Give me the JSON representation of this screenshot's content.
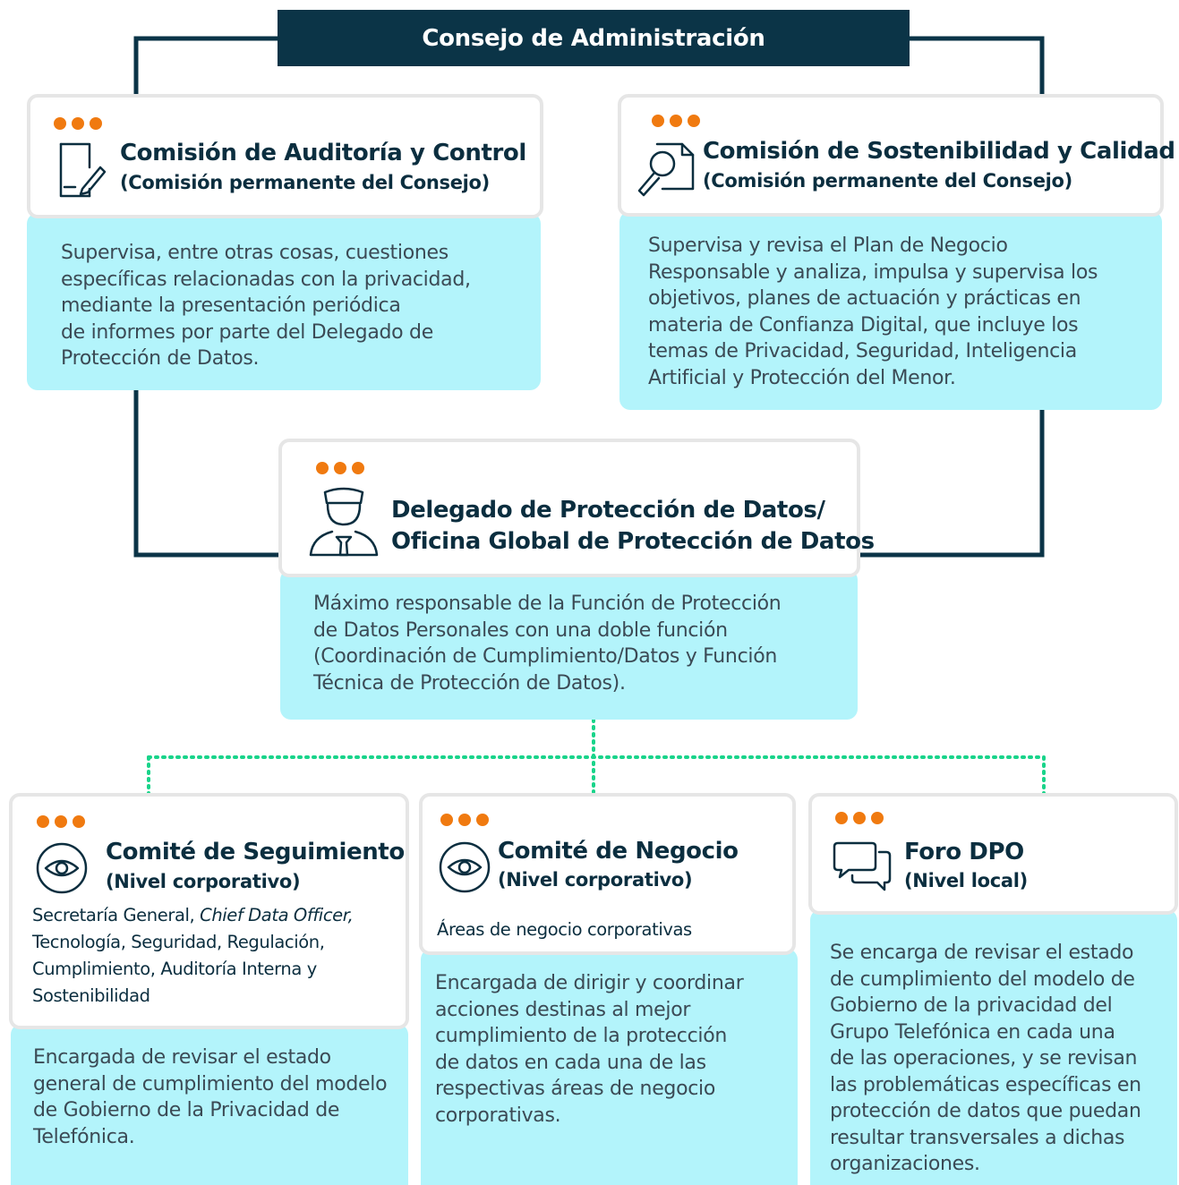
{
  "board": {
    "title": "Consejo de Administración"
  },
  "audit": {
    "title": "Comisión de Auditoría y Control",
    "subtitle": "(Comisión permanente del Consejo)",
    "description": "Supervisa, entre otras cosas, cuestiones\nespecíficas relacionadas con la privacidad,\nmediante la presentación periódica\nde informes por parte del Delegado de\nProtección de Datos.",
    "icon": "document-pen-icon"
  },
  "sustainability": {
    "title": "Comisión de Sostenibilidad y Calidad",
    "subtitle": "(Comisión permanente del Consejo)",
    "description": "Supervisa y revisa el Plan de Negocio\nResponsable y analiza, impulsa y supervisa los\nobjetivos, planes de actuación y prácticas en\nmateria de Confianza Digital, que incluye los\ntemas de Privacidad, Seguridad, Inteligencia\nArtificial y Protección del Menor.",
    "icon": "document-magnifier-icon"
  },
  "dpo": {
    "title_line1": "Delegado de Protección de Datos/",
    "title_line2": "Oficina Global de Protección de Datos",
    "description": "Máximo responsable de la Función de Protección\nde Datos Personales con una doble función\n(Coordinación de Cumplimiento/Datos y Función\nTécnica  de Protección de Datos).",
    "icon": "officer-icon"
  },
  "monitoring": {
    "title": "Comité de Seguimiento",
    "subtitle": "(Nivel corporativo)",
    "members_prefix": "Secretaría General, ",
    "members_italic": "Chief Data Officer,",
    "members_rest": "Tecnología, Seguridad, Regulación,\nCumplimiento, Auditoría Interna y\nSostenibilidad",
    "description": "Encargada de revisar el estado\ngeneral de cumplimiento del modelo\nde Gobierno de la Privacidad de\nTelefónica.",
    "icon": "eye-icon"
  },
  "business": {
    "title": "Comité de Negocio",
    "subtitle": "(Nivel corporativo)",
    "members": "Áreas de negocio corporativas",
    "description": "Encargada de dirigir y coordinar\nacciones destinas al mejor\ncumplimiento de la protección\nde datos en cada una de las\nrespectivas áreas de negocio\ncorporativas.",
    "icon": "eye-icon"
  },
  "forum": {
    "title": "Foro DPO",
    "subtitle": "(Nivel local)",
    "description": "Se encarga de revisar el estado\nde cumplimiento del modelo de\nGobierno de la privacidad del\nGrupo Telefónica en cada una\nde las operaciones, y se revisan\nlas problemáticas específicas en\nprotección de datos que puedan\nresultar transversales a dichas\norganizaciones.",
    "icon": "chat-bubbles-icon"
  },
  "colors": {
    "navy": "#0b3447",
    "accent_orange": "#f07a10",
    "panel_cyan": "#b3f4fb",
    "dotted_green": "#19d48a"
  }
}
